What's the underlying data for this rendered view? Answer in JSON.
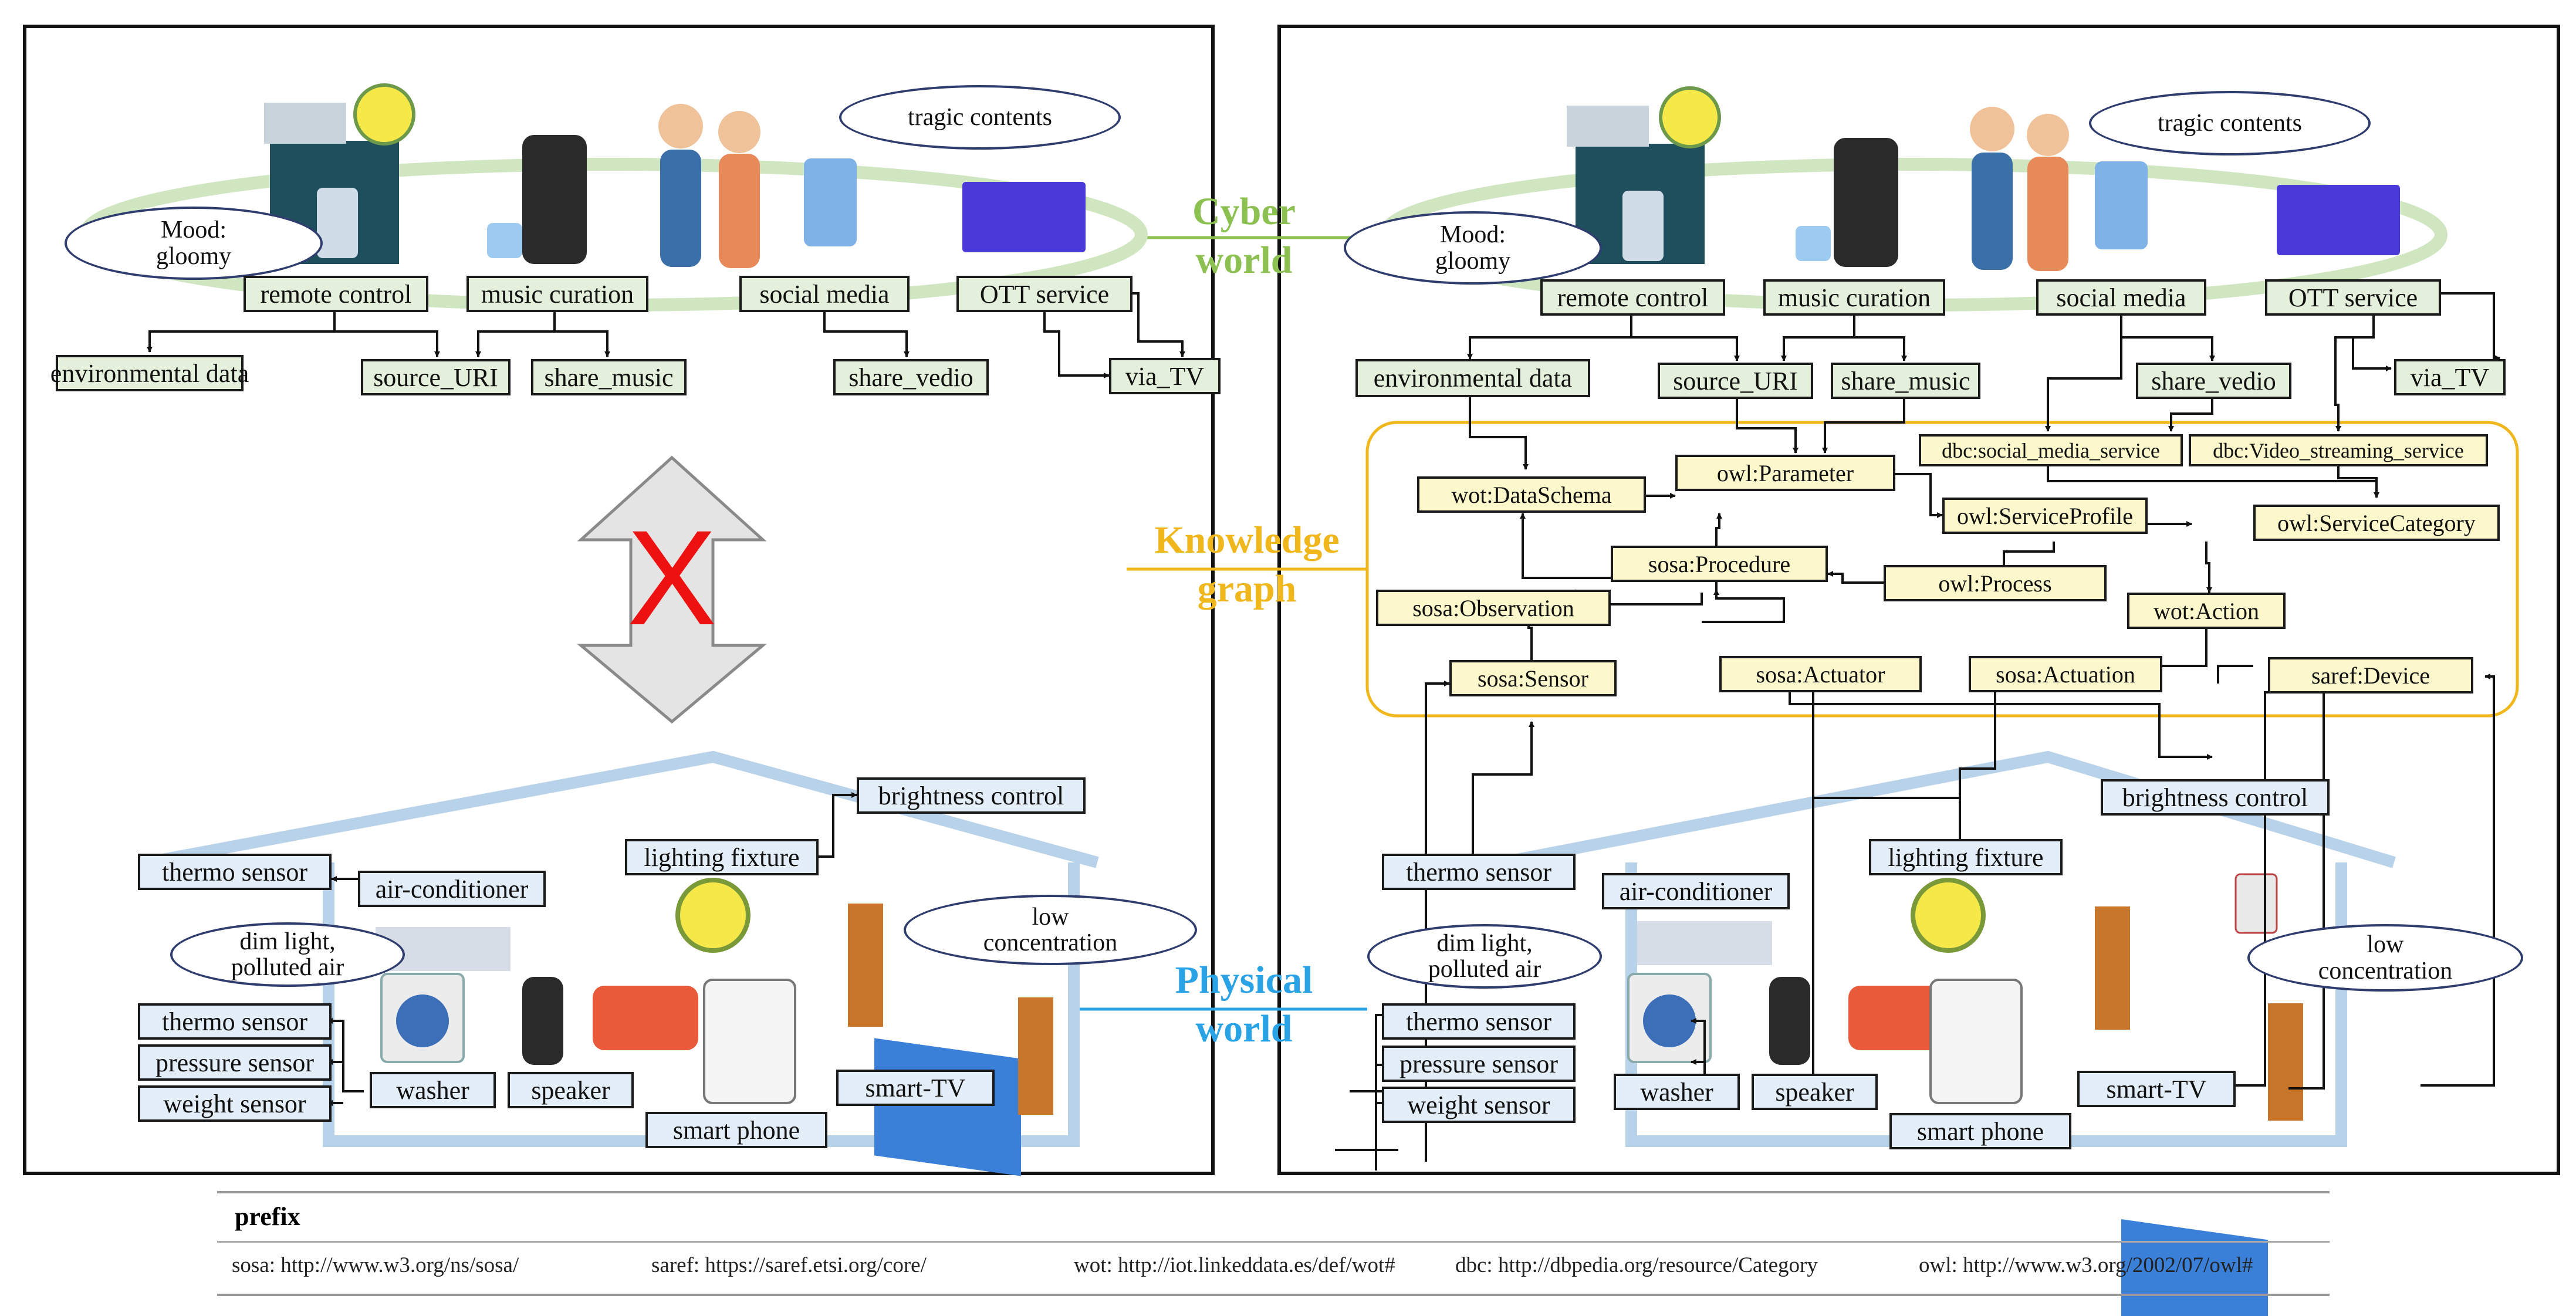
{
  "labels": {
    "cyber_world": "Cyber\nworld",
    "knowledge_graph": "Knowledge\ngraph",
    "physical_world": "Physical\nworld",
    "cross_mark": "X"
  },
  "ovals": {
    "tragic_contents": "tragic contents",
    "mood_gloomy": "Mood:\ngloomy",
    "dim_light": "dim light,\npolluted air",
    "low_concentration": "low\nconcentration"
  },
  "services": {
    "remote_control": "remote control",
    "music_curation": "music curation",
    "social_media": "social media",
    "ott_service": "OTT service",
    "environmental_data": "environmental data",
    "source_uri": "source_URI",
    "share_music": "share_music",
    "share_vedio": "share_vedio",
    "via_tv": "via_TV"
  },
  "kg": {
    "dbc_social": "dbc:social_media_service",
    "dbc_video": "dbc:Video_streaming_service",
    "wot_dataschema": "wot:DataSchema",
    "owl_parameter": "owl:Parameter",
    "owl_serviceprofile": "owl:ServiceProfile",
    "owl_servicecategory": "owl:ServiceCategory",
    "sosa_procedure": "sosa:Procedure",
    "owl_process": "owl:Process",
    "sosa_observation": "sosa:Observation",
    "wot_action": "wot:Action",
    "sosa_sensor": "sosa:Sensor",
    "sosa_actuator": "sosa:Actuator",
    "sosa_actuation": "sosa:Actuation",
    "saref_device": "saref:Device"
  },
  "physical": {
    "brightness_control": "brightness control",
    "lighting_fixture": "lighting fixture",
    "thermo_sensor": "thermo sensor",
    "air_conditioner": "air-conditioner",
    "pressure_sensor": "pressure sensor",
    "weight_sensor": "weight sensor",
    "washer": "washer",
    "speaker": "speaker",
    "smart_tv": "smart-TV",
    "smart_phone": "smart phone"
  },
  "prefix": {
    "title": "prefix",
    "sosa": "sosa: http://www.w3.org/ns/sosa/",
    "saref": "saref: https://saref.etsi.org/core/",
    "wot": "wot: http://iot.linkeddata.es/def/wot#",
    "dbc": "dbc: http://dbpedia.org/resource/Category",
    "owl": "owl: http://www.w3.org/2002/07/owl#"
  },
  "colors": {
    "cyber": "#8cc152",
    "knowledge": "#f0b71d",
    "physical": "#29a3e6",
    "service_fill": "#e4f0dc",
    "kg_fill": "#fdf7cc",
    "device_fill": "#e4eef8",
    "house": "#b8d2ea",
    "ring": "#cfe6c0"
  }
}
